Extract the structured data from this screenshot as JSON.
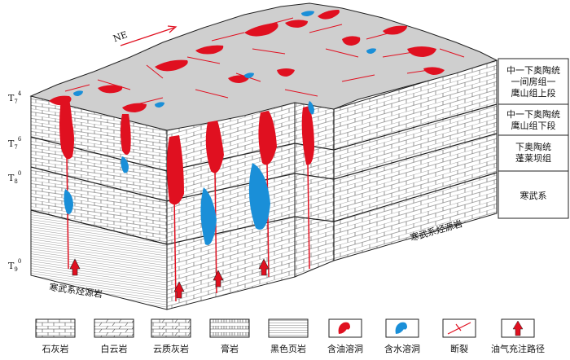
{
  "direction_label": "NE",
  "horizons": [
    {
      "id": "t7-4",
      "base": "T",
      "sub": "7",
      "sup": "4"
    },
    {
      "id": "t7-6",
      "base": "T",
      "sub": "7",
      "sup": "6"
    },
    {
      "id": "t8-0",
      "base": "T",
      "sub": "8",
      "sup": "0"
    },
    {
      "id": "t9-0",
      "base": "T",
      "sub": "9",
      "sup": "0"
    }
  ],
  "strata": [
    {
      "id": "yingshan-upper",
      "lines": [
        "中一下奥陶统",
        "一间房组一",
        "鹰山组上段"
      ]
    },
    {
      "id": "yingshan-lower",
      "lines": [
        "中一下奥陶统",
        "鹰山组下段"
      ]
    },
    {
      "id": "penglaiba",
      "lines": [
        "下奥陶统",
        "蓬莱坝组"
      ]
    },
    {
      "id": "cambrian",
      "lines": [
        "寒武系"
      ]
    }
  ],
  "source_rock_labels": {
    "front": "寒武系烃源岩",
    "side": "寒武系烃源岩"
  },
  "legend": [
    {
      "id": "limestone",
      "label": "石灰岩",
      "pattern": "limestone"
    },
    {
      "id": "dolomite",
      "label": "白云岩",
      "pattern": "dolomite"
    },
    {
      "id": "cloudy-limestone",
      "label": "云质灰岩",
      "pattern": "cloudy"
    },
    {
      "id": "gypsum",
      "label": "膏岩",
      "pattern": "gypsum"
    },
    {
      "id": "black-shale",
      "label": "黑色页岩",
      "pattern": "shale"
    },
    {
      "id": "oil-cave",
      "label": "含油溶洞",
      "pattern": "oil"
    },
    {
      "id": "water-cave",
      "label": "含水溶洞",
      "pattern": "water"
    },
    {
      "id": "fault",
      "label": "断裂",
      "pattern": "fault"
    },
    {
      "id": "migration",
      "label": "油气充注路径",
      "pattern": "arrow"
    }
  ],
  "colors": {
    "oil": "#e01020",
    "water": "#1a8fd8",
    "top_surface": "#cfcfcf",
    "line": "#222222"
  }
}
